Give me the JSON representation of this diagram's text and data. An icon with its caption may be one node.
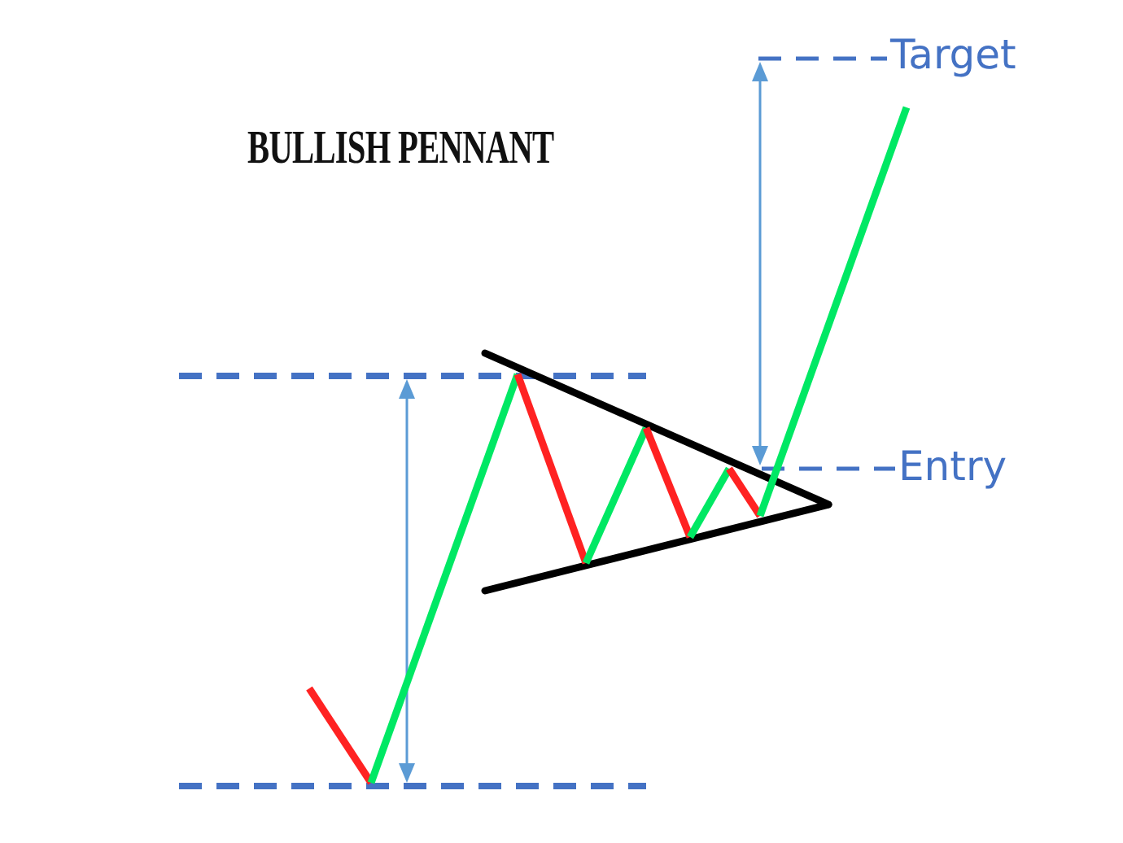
{
  "diagram": {
    "title": "BULLISH PENNANT",
    "labels": [
      "Target",
      "Entry"
    ]
  }
}
